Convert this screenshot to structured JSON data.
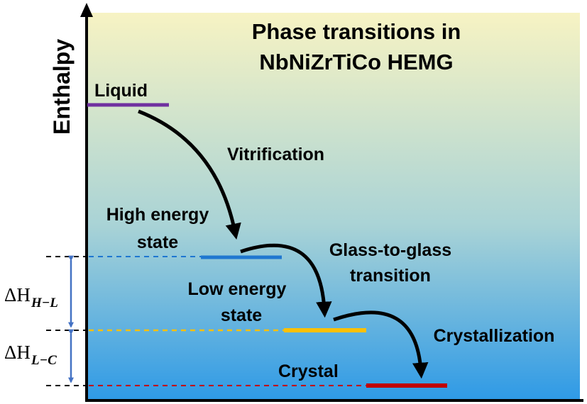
{
  "title_line1": "Phase transitions in",
  "title_line2": "NbNiZrTiCo HEMG",
  "y_axis_label": "Enthalpy",
  "levels": {
    "liquid": {
      "label": "Liquid",
      "color": "#7030a0"
    },
    "high": {
      "label_line1": "High energy",
      "label_line2": "state",
      "color": "#1f77d0"
    },
    "low": {
      "label_line1": "Low energy",
      "label_line2": "state",
      "color": "#ffc000"
    },
    "crystal": {
      "label": "Crystal",
      "color": "#c00000"
    }
  },
  "transitions": {
    "vitrification": "Vitrification",
    "g2g_line1": "Glass-to-glass",
    "g2g_line2": "transition",
    "crystallization": "Crystallization"
  },
  "deltas": {
    "h_l": {
      "symbol": "ΔH",
      "subscript": "H−L"
    },
    "l_c": {
      "symbol": "ΔH",
      "subscript": "L−C"
    }
  },
  "colors": {
    "bg_top": "#f7f3c3",
    "bg_mid": "#9fd0d9",
    "bg_bottom": "#2f9ae6",
    "delta_arrow": "#4472c4"
  }
}
